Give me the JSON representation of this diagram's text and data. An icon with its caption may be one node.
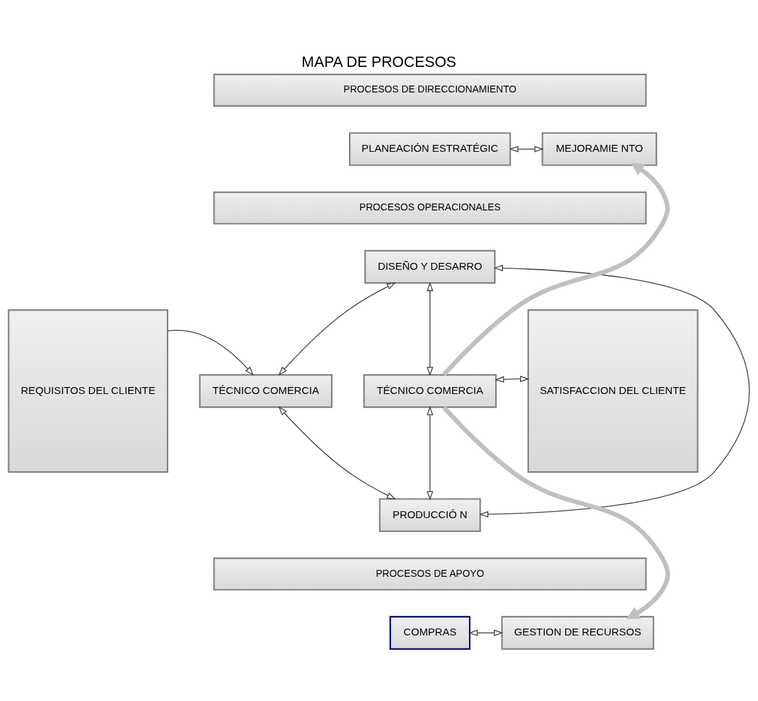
{
  "diagram": {
    "title": "MAPA DE PROCESOS",
    "nodes": [
      {
        "text": [
          "REQUISITOS DEL CLIENTE"
        ]
      },
      {
        "text": [
          "PROCESOS DE DIRECCIONAMIENTO"
        ]
      },
      {
        "text": [
          "PLANEACIÓN ESTRATÉGIC"
        ]
      },
      {
        "text": [
          "MEJORAMIE NTO"
        ]
      },
      {
        "text": [
          "PROCESOS OPERACIONALES"
        ]
      },
      {
        "text": [
          "DISEÑO Y DESARRO"
        ]
      },
      {
        "text": [
          "TÉCNICO COMERCIA"
        ]
      },
      {
        "text": [
          "PRODUCCIÓ N"
        ]
      },
      {
        "text": [
          "TÉCNICO COMERCIA"
        ]
      },
      {
        "text": [
          "PROCESOS DE APOYO"
        ]
      },
      {
        "text": [
          "COMPRAS"
        ]
      },
      {
        "text": [
          "GESTION DE RECURSOS"
        ]
      },
      {
        "text": [
          "SATISFACCION DEL CLIENTE"
        ]
      }
    ],
    "edges": [
      {
        "from": 2,
        "to": 3,
        "arrow": "both"
      },
      {
        "from": 6,
        "to": 5,
        "arrow": "both"
      },
      {
        "from": 5,
        "to": 8,
        "arrow": "both"
      },
      {
        "from": 5,
        "to": 7,
        "arrow": "both"
      },
      {
        "from": 6,
        "to": 7,
        "arrow": "both"
      },
      {
        "from": 7,
        "to": 8,
        "arrow": "both"
      },
      {
        "from": 0,
        "to": 6,
        "arrow": "to"
      },
      {
        "from": 8,
        "to": 12,
        "arrow": "both"
      },
      {
        "from": 8,
        "to": 3,
        "arrow": "to",
        "style": "thick",
        "color": "#c0c0c0"
      },
      {
        "from": 8,
        "to": 11,
        "arrow": "to",
        "style": "thick",
        "color": "#c0c0c0"
      },
      {
        "from": 10,
        "to": 11,
        "arrow": "both"
      }
    ]
  }
}
